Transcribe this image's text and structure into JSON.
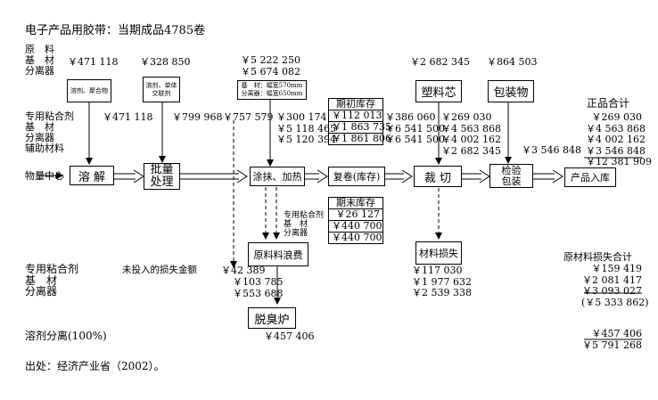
{
  "title": "电子产品用胶带：当期成品4785卷",
  "source": "出处：经济产业省（2002）。",
  "top_left_labels": [
    "原　料",
    "基　材",
    "分离器"
  ],
  "top_inputs": {
    "solvent": "￥471 118",
    "batch": "￥328 850",
    "coat_1": "￥5 222 250",
    "coat_2": "￥5 674 082",
    "core": "￥2 682 345",
    "pack": "￥864 503"
  },
  "small_boxes": {
    "solvent": "溶剂、聚合物",
    "batch": [
      "溶剂、单体",
      "交联剂"
    ],
    "coat": [
      "基　材：幅宽570mm",
      "分离器：幅宽650mm"
    ]
  },
  "left_inputs_labels": [
    "专用粘合剂",
    "基　材",
    "分离器",
    "辅助材料"
  ],
  "left_input_value": "￥471 118",
  "batch_side_value": "￥799 968",
  "coat_left_value": "￥757 579",
  "coat_side_values": [
    "￥300 174",
    "￥5 118 465",
    "￥5 120 394"
  ],
  "opening_inventory": {
    "title": "期初库存",
    "values": [
      "￥112 013",
      "￥1 863 735",
      "￥1 861 806"
    ]
  },
  "rewind_values": [
    "￥386 060",
    "￥6 541 500",
    "￥6 541 500"
  ],
  "cut_values": [
    "￥269 030",
    "￥4 563 868",
    "￥4 002 162",
    "￥2 682 345"
  ],
  "to_storage_value": "￥3 546 848",
  "product_total": {
    "title": "正品合计",
    "values": [
      "￥269 030",
      "￥4 563 868",
      "￥4 002 162",
      "￥3 546 848"
    ],
    "total": "￥12 381 909"
  },
  "center_label": "物量中心",
  "process": {
    "dissolve": "溶 解",
    "batch": [
      "批量",
      "处理"
    ],
    "coat": "涂抹、加热",
    "rewind": "复卷(库存)",
    "cut": "裁 切",
    "inspect": [
      "检验",
      "包装"
    ],
    "storage": "产品入库",
    "core": "塑料芯",
    "pack": "包装物"
  },
  "closing_inventory": {
    "title": "期末库存",
    "values": [
      "￥26 127",
      "￥440 700",
      "￥440 700"
    ]
  },
  "waste_labels": [
    "专用粘合剂",
    "基　材",
    "分离器"
  ],
  "waste_box": "原料料浪费",
  "material_loss_box": "材料损失",
  "material_loss_values": [
    "￥117 030",
    "￥1 977 632",
    "￥2 539 338"
  ],
  "unput_loss_label": "未投入的损失金额",
  "unput_loss_value": "￥42 389",
  "waste_values": [
    "￥103 785",
    "￥553 688"
  ],
  "bottom_left_labels": [
    "专用粘合剂",
    "基　材",
    "分离器"
  ],
  "deodorizer": "脱臭炉",
  "deodorizer_value": "￥457 406",
  "solvent_sep_label": "溶剂分离(100%)",
  "loss_total": {
    "title": "原材料损失合计",
    "values": [
      "￥159 419",
      "￥2 081 417",
      "￥3 093 027"
    ],
    "total": "(￥5 333 862)"
  },
  "bottom_total_values": [
    "￥457 406",
    "￥5 791 268"
  ]
}
